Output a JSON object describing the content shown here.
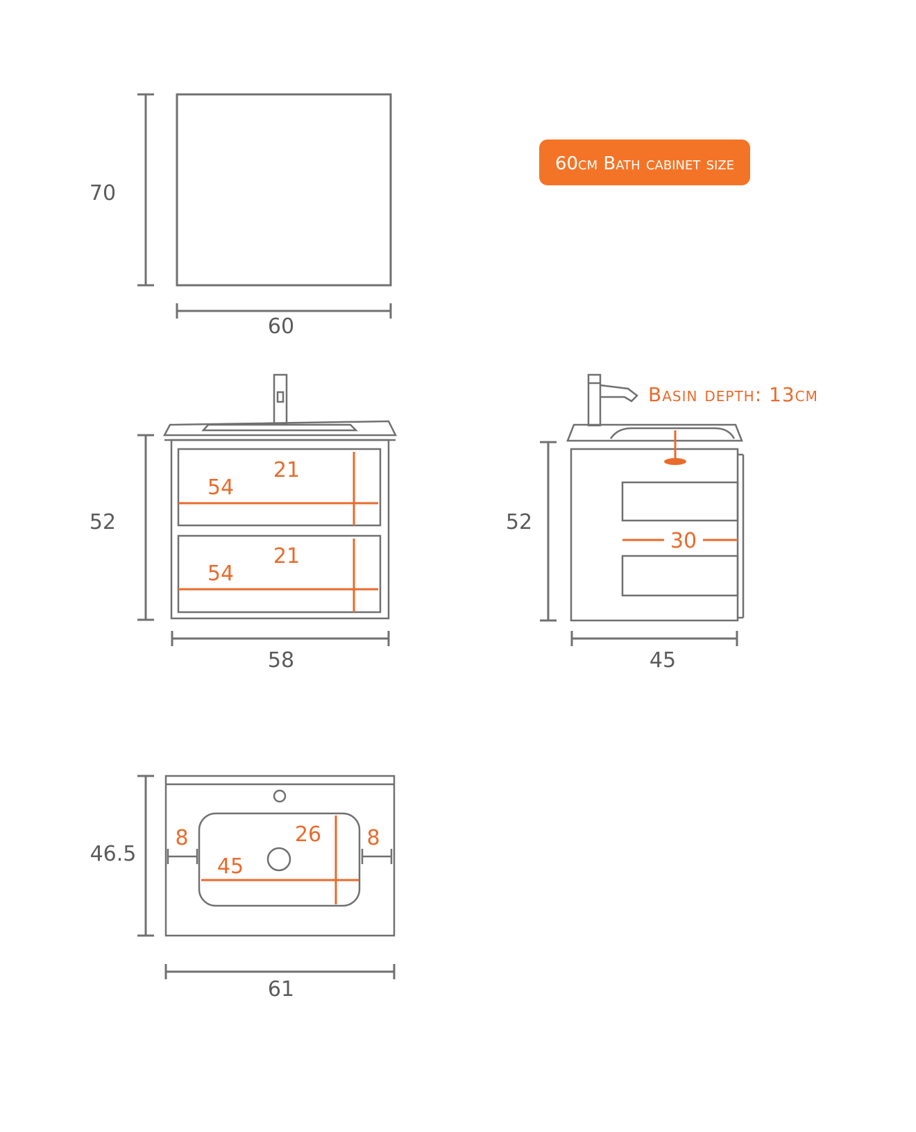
{
  "badge": {
    "text": "60cm Bath cabinet size",
    "color": "#f47427"
  },
  "mirror": {
    "height": "70",
    "width": "60"
  },
  "cabinet_front": {
    "height": "52",
    "width": "58",
    "drawers": [
      {
        "width": "54",
        "height": "21"
      },
      {
        "width": "54",
        "height": "21"
      }
    ]
  },
  "cabinet_side": {
    "height": "52",
    "depth": "45",
    "drawer_gap": "30",
    "basin_depth_label": "Basin depth:  13cm"
  },
  "basin_top": {
    "height": "46.5",
    "width": "61",
    "bowl_width": "45",
    "bowl_depth": "26",
    "left_margin": "8",
    "right_margin": "8"
  },
  "colors": {
    "line": "#707070",
    "accent": "#ea6a2b",
    "text": "#5b5b5b"
  }
}
